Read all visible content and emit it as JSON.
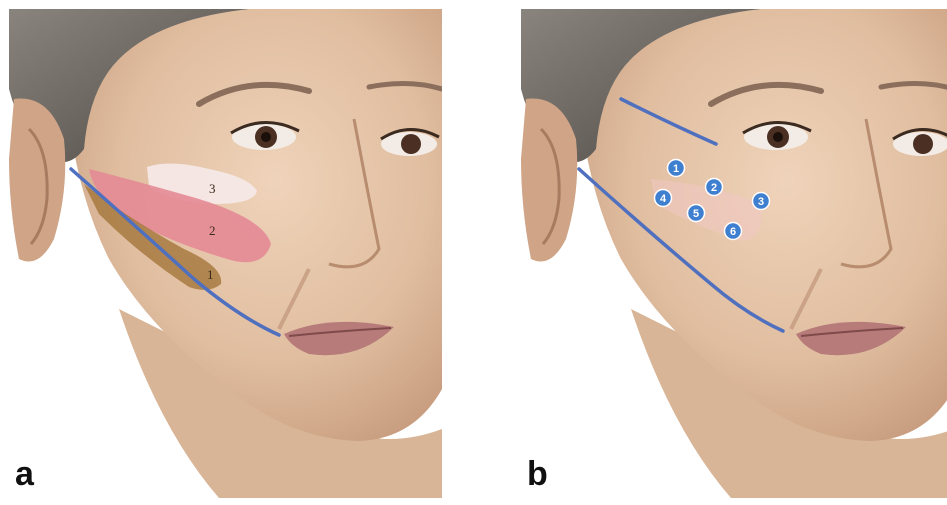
{
  "panels": [
    {
      "letter": "a",
      "zones": [
        {
          "label": "3",
          "color": "#f6e8e6"
        },
        {
          "label": "2",
          "color": "#e48a95"
        },
        {
          "label": "1",
          "color": "#a4763a"
        }
      ],
      "line_color": "#4f6fbf"
    },
    {
      "letter": "b",
      "points": [
        {
          "label": "1"
        },
        {
          "label": "2"
        },
        {
          "label": "3"
        },
        {
          "label": "4"
        },
        {
          "label": "5"
        },
        {
          "label": "6"
        }
      ],
      "point_color": "#3f7fcf",
      "line_color": "#4f6fbf"
    }
  ],
  "colors": {
    "skin": "#e3c2a6",
    "skin_shadow": "#c89c7e",
    "hair": "#6b6660",
    "lip": "#b77b7a",
    "background": "#ffffff"
  }
}
